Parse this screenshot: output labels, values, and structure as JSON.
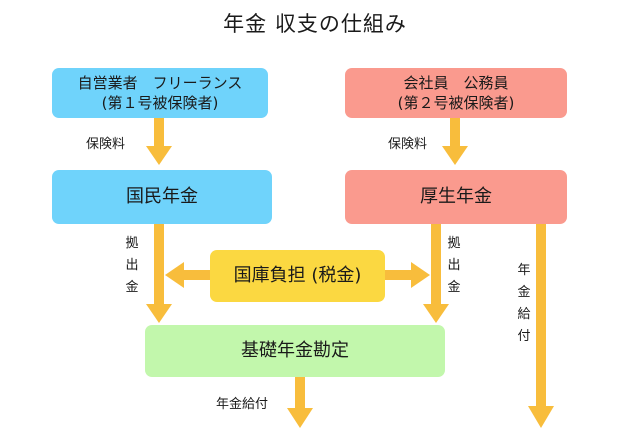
{
  "title": "年金 収支の仕組み",
  "boxes": {
    "self_employed": {
      "line1": "自営業者　フリーランス",
      "line2": "(第１号被保険者)"
    },
    "employee": {
      "line1": "会社員　公務員",
      "line2": "(第２号被保険者)"
    },
    "national_pension": "国民年金",
    "welfare_pension": "厚生年金",
    "state_burden": "国庫負担 (税金)",
    "basic_pension_account": "基礎年金勘定"
  },
  "labels": {
    "premium_left": "保険料",
    "premium_right": "保険料",
    "contribution_left": [
      "拠",
      "出",
      "金"
    ],
    "contribution_right": [
      "拠",
      "出",
      "金"
    ],
    "benefit_vertical": [
      "年",
      "金",
      "給",
      "付"
    ],
    "benefit_bottom": "年金給付"
  },
  "colors": {
    "arrow": "#f8bd3c",
    "blue_box": "#6fd3fb",
    "red_box": "#fa9a8e",
    "yellow_box": "#fbd841",
    "green_box": "#c2f7ac"
  }
}
